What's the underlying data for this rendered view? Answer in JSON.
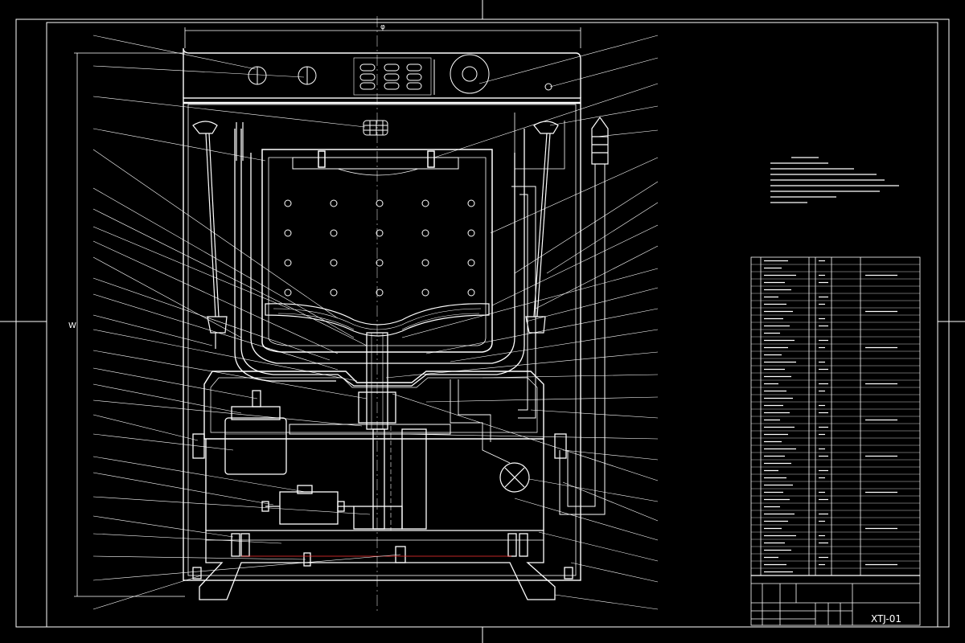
{
  "drawing": {
    "code": "XTJ-01",
    "dimension_width": "φ",
    "dimension_height": "W"
  },
  "colors": {
    "background": "#000000",
    "line": "#ffffff",
    "accent": "#ff3333"
  }
}
